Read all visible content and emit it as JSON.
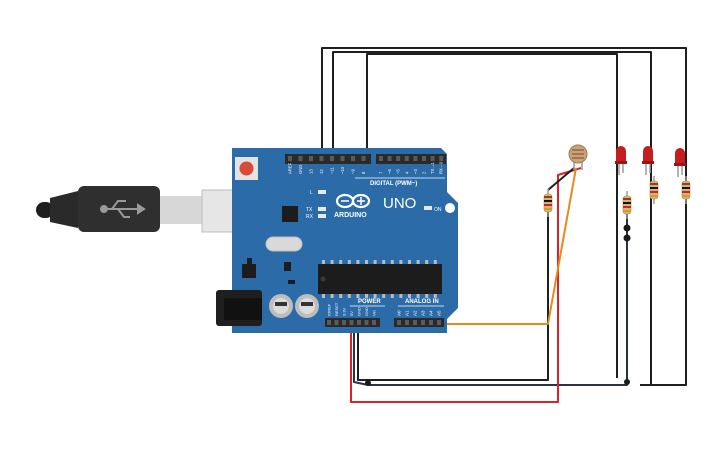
{
  "board": {
    "brand": "ARDUINO",
    "model": "UNO",
    "digital_label": "DIGITAL (PWM~)",
    "power_label": "POWER",
    "analog_label": "ANALOG IN",
    "on_label": "ON",
    "led_labels": {
      "l": "L",
      "tx": "TX",
      "rx": "RX"
    },
    "digital_pins": [
      "AREF",
      "GND",
      "13",
      "12",
      "~11",
      "~10",
      "~9",
      "8",
      "7",
      "~6",
      "~5",
      "4",
      "~3",
      "2",
      "TX→1",
      "RX←0"
    ],
    "power_pins": [
      "IOREF",
      "RESET",
      "3.3V",
      "5V",
      "GND",
      "GND",
      "Vin"
    ],
    "analog_pins": [
      "A0",
      "A1",
      "A2",
      "A3",
      "A4",
      "A5"
    ],
    "colors": {
      "pcb": "#2b6ba8",
      "header": "#2a2a2a",
      "chip": "#1c1c1c",
      "reset": "#d84a3a"
    }
  },
  "components": {
    "usb_cable": {
      "icon": "usb-icon",
      "color": "#2f2f2f"
    },
    "photoresistor": {
      "color": "#c9a27a"
    },
    "resistors": {
      "count": 4,
      "color": "#d9b27a"
    },
    "leds": {
      "count": 3,
      "color": "#c41e1e"
    }
  },
  "wires": {
    "colors": {
      "signal": "#1f1f1f",
      "analog": "#e6891c",
      "power": "#d9252a",
      "ground": "#263446"
    }
  }
}
